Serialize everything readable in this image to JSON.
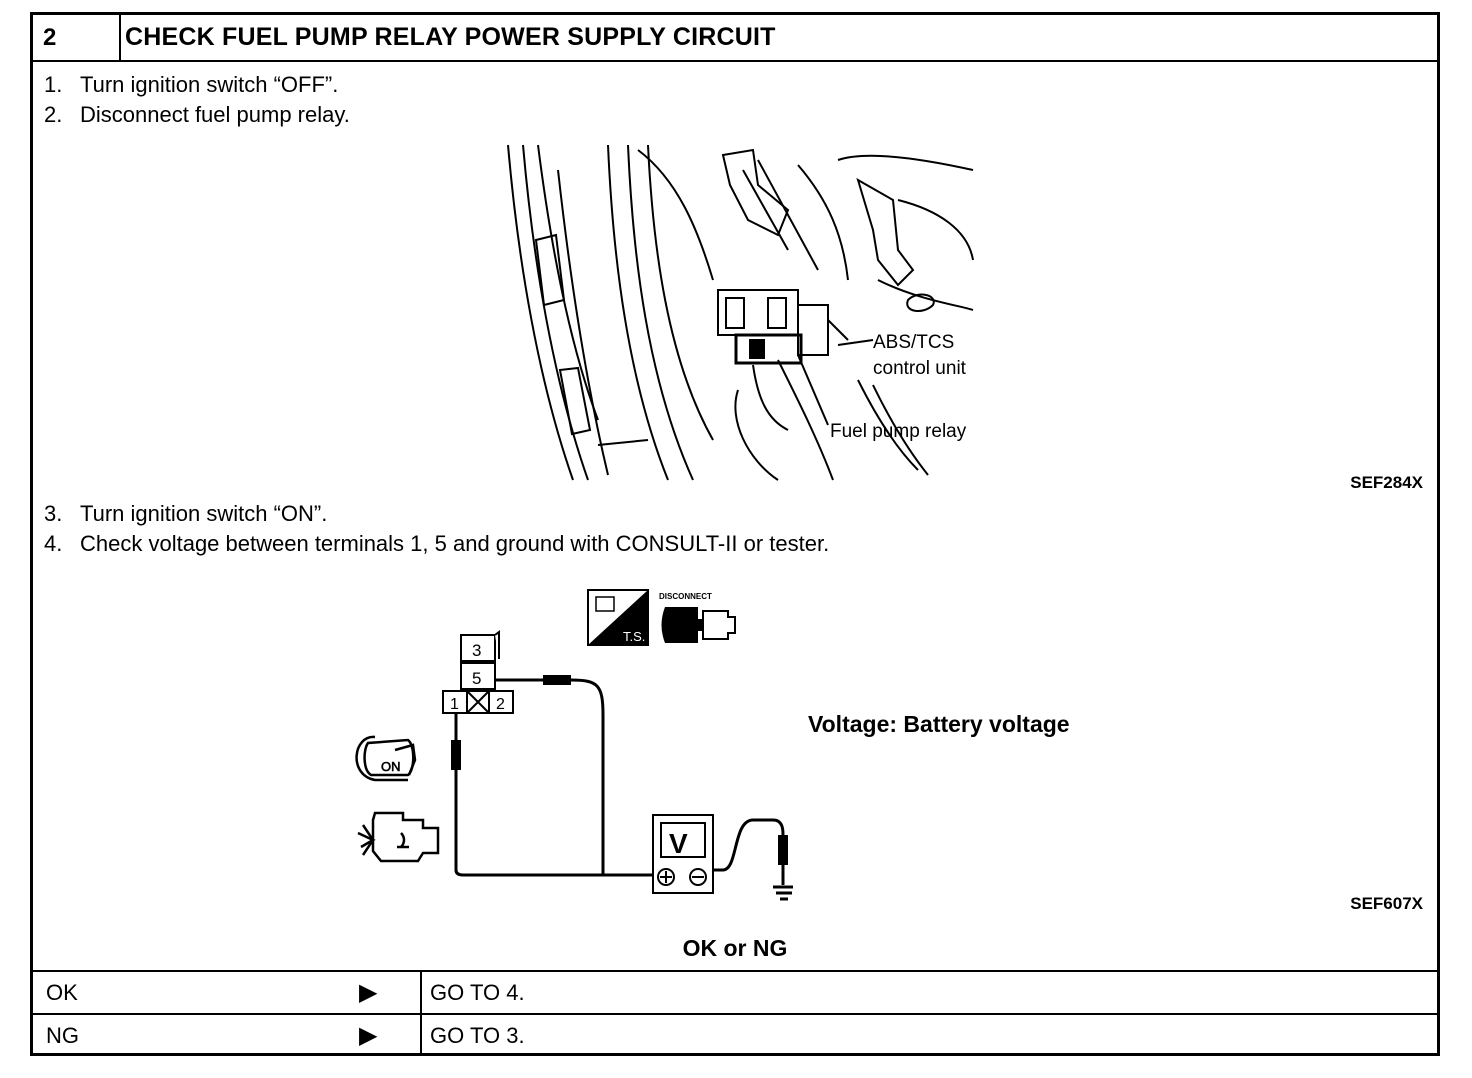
{
  "header": {
    "step_number": "2",
    "title": "CHECK FUEL PUMP RELAY POWER SUPPLY CIRCUIT"
  },
  "steps": [
    {
      "num": "1.",
      "text": "Turn ignition switch “OFF”."
    },
    {
      "num": "2.",
      "text": "Disconnect fuel pump relay."
    },
    {
      "num": "3.",
      "text": "Turn ignition switch “ON”."
    },
    {
      "num": "4.",
      "text": "Check voltage between terminals 1, 5 and ground with CONSULT-II or tester."
    }
  ],
  "figure1": {
    "labels": {
      "abs_line1": "ABS/TCS",
      "abs_line2": "control unit",
      "relay": "Fuel pump relay"
    },
    "code": "SEF284X"
  },
  "figure2": {
    "terminals": [
      "3",
      "5",
      "1",
      "2"
    ],
    "ts_label": "T.S.",
    "disconnect_label": "DISCONNECT",
    "key_label": "ON",
    "meter_label": "V",
    "spec": "Voltage: Battery voltage",
    "code": "SEF607X"
  },
  "result": {
    "title": "OK or NG",
    "rows": [
      {
        "key": "OK",
        "arrow": "▶",
        "action": "GO TO 4."
      },
      {
        "key": "NG",
        "arrow": "▶",
        "action": "GO TO 3."
      }
    ]
  }
}
